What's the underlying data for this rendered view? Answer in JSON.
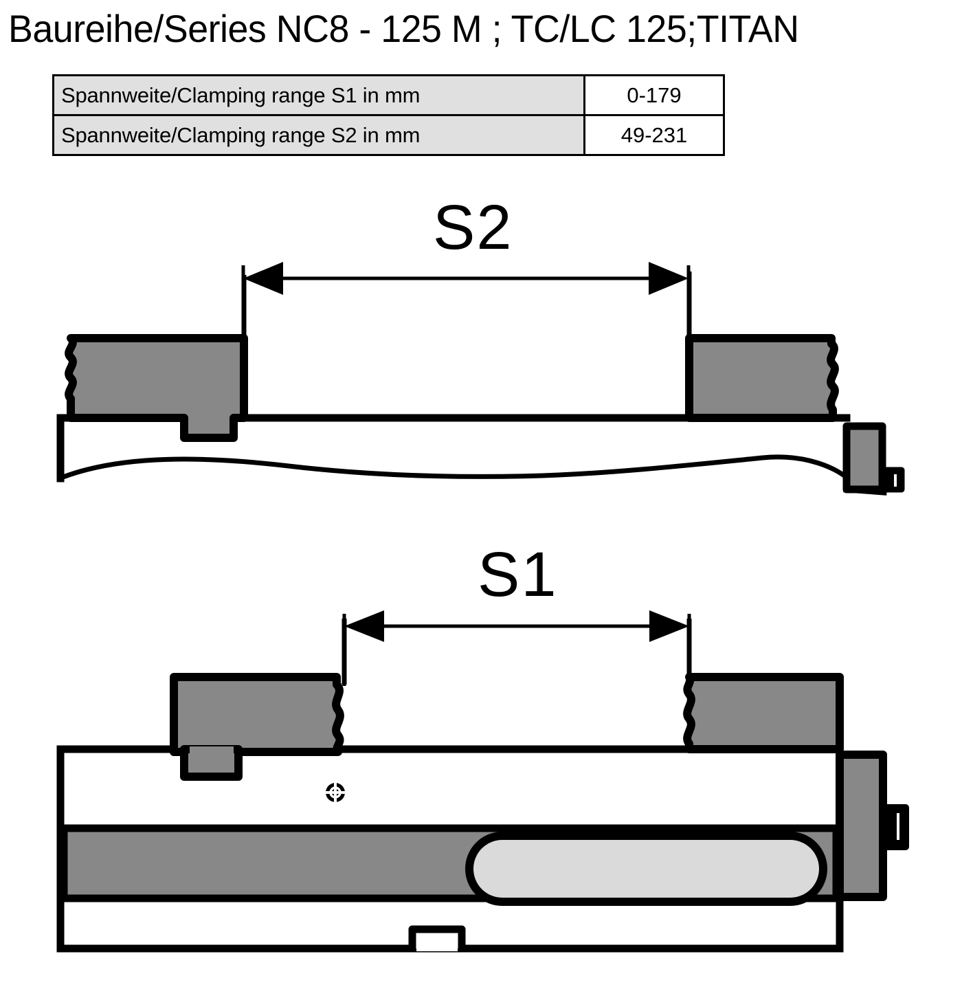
{
  "title": "Baureihe/Series NC8 - 125 M ; TC/LC 125;TITAN",
  "spec_table": {
    "rows": [
      {
        "label": "Spannweite/Clamping range S1 in mm",
        "value": "0-179"
      },
      {
        "label": "Spannweite/Clamping range S2 in mm",
        "value": "49-231"
      }
    ]
  },
  "drawings": [
    {
      "id": "upper-view",
      "dimension_label": "S2",
      "description": "Sectional side view of machine vise with jaws at maximum opening"
    },
    {
      "id": "lower-view",
      "dimension_label": "S1",
      "description": "Sectional side view of machine vise with jaws at minimum opening"
    }
  ],
  "dimension_labels": {
    "upper": "S2",
    "lower": "S1"
  },
  "colors": {
    "line": "#000000",
    "jaw_fill": "#888888",
    "body_fill": "#ffffff",
    "slot_fill": "#dadada",
    "table_label_bg": "#e0e0e0",
    "page_bg": "#ffffff"
  }
}
